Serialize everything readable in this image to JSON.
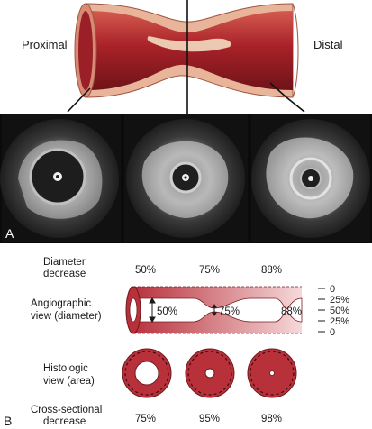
{
  "panel_a": {
    "label": "A",
    "proximal_label": "Proximal",
    "distal_label": "Distal"
  },
  "panel_b": {
    "label": "B",
    "row_diameter": {
      "label_line1": "Diameter",
      "label_line2": "decrease",
      "values": [
        "50%",
        "75%",
        "88%"
      ]
    },
    "row_angiographic": {
      "label_line1": "Angiographic",
      "label_line2": "view (diameter)",
      "lumen_labels": [
        "50%",
        "75%",
        "88%"
      ],
      "scale_labels": [
        "0",
        "25%",
        "50%",
        "25%",
        "0"
      ]
    },
    "row_histologic": {
      "label_line1": "Histologic",
      "label_line2": "view (area)"
    },
    "row_cross_sectional": {
      "label_line1": "Cross-sectional",
      "label_line2": "decrease",
      "values": [
        "75%",
        "95%",
        "98%"
      ]
    }
  },
  "colors": {
    "vessel_red": "#b8303a",
    "vessel_dark": "#7a1c20",
    "vessel_outer": "#e8b49a",
    "plaque": "#f3dcc0",
    "ivus_bg": "#0b0b0b"
  }
}
